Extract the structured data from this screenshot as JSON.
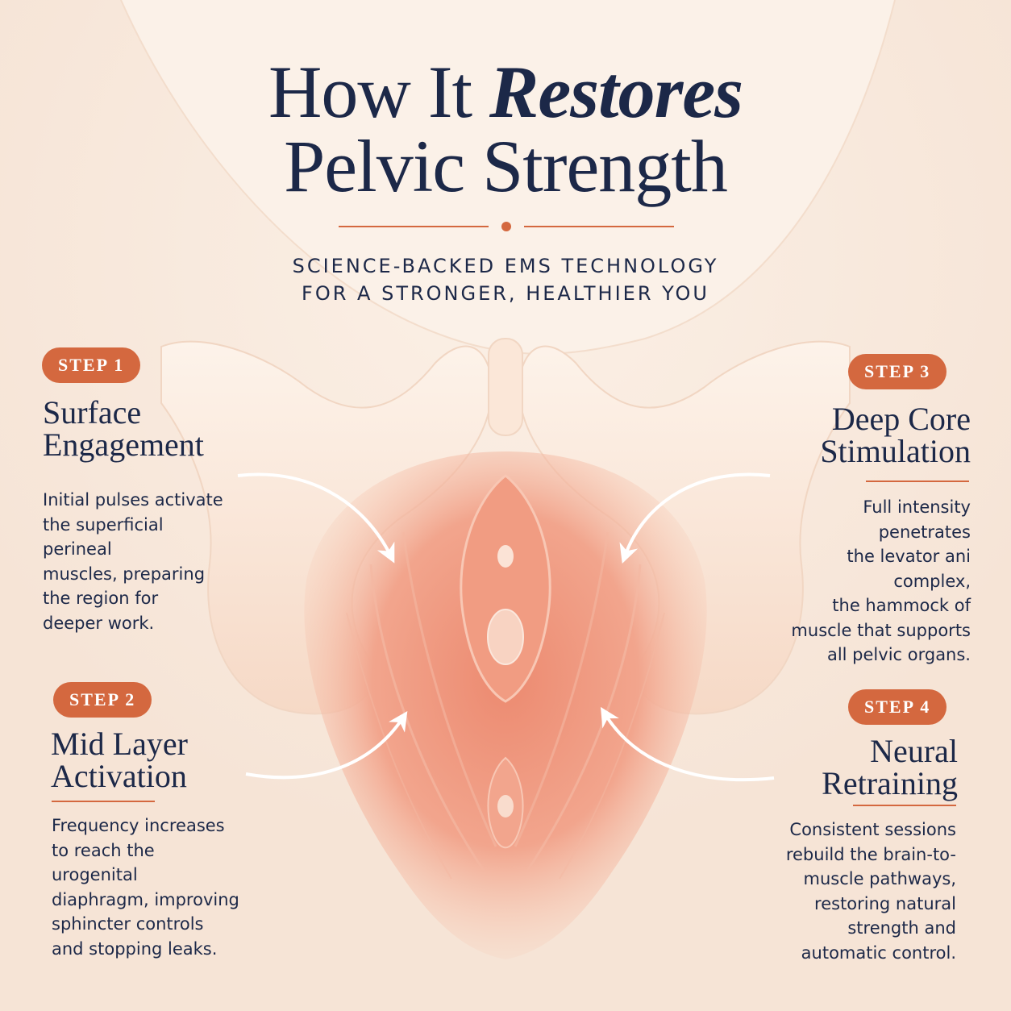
{
  "title": {
    "line1_start": "How It ",
    "line1_emphasis": "Restores",
    "line2": "Pelvic Strength"
  },
  "subtitle": {
    "line1": "SCIENCE-BACKED EMS TECHNOLOGY",
    "line2": "FOR A STRONGER, HEALTHIER YOU"
  },
  "colors": {
    "accent": "#d4683f",
    "navy": "#1c2848",
    "background": "#f8e9dd",
    "muscle": "#e8826a",
    "bone": "#fbe7d8"
  },
  "steps": [
    {
      "badge": "STEP 1",
      "title_lines": [
        "Surface",
        "Engagement"
      ],
      "body_lines": [
        "Initial pulses activate",
        "the superficial perineal",
        "muscles, preparing",
        "the region for",
        "deeper work."
      ]
    },
    {
      "badge": "STEP 2",
      "title_lines": [
        "Mid Layer",
        "Activation"
      ],
      "body_lines": [
        "Frequency increases",
        "to reach the urogenital",
        "diaphragm, improving",
        "sphincter controls",
        "and stopping leaks."
      ]
    },
    {
      "badge": "STEP 3",
      "title_lines": [
        "Deep Core",
        "Stimulation"
      ],
      "body_lines": [
        "Full intensity penetrates",
        "the levator ani complex,",
        "the hammock of",
        "muscle that supports",
        "all pelvic organs."
      ]
    },
    {
      "badge": "STEP 4",
      "title_lines": [
        "Neural",
        "Retraining"
      ],
      "body_lines": [
        "Consistent sessions",
        "rebuild the brain-to-",
        "muscle pathways,",
        "restoring natural",
        "strength and",
        "automatic control."
      ]
    }
  ]
}
